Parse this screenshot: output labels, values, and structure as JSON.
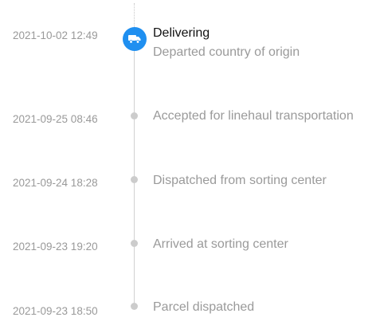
{
  "colors": {
    "accent": "#1f8ff0",
    "muted_text": "#999999",
    "primary_text": "#111111",
    "dot": "#cccccc",
    "line": "#d2d2d2"
  },
  "events": [
    {
      "time": "2021-10-02 12:49",
      "status": "Delivering",
      "description": "Departed country of origin",
      "icon": "delivery-truck-icon",
      "active": true
    },
    {
      "time": "2021-09-25 08:46",
      "description": "Accepted for linehaul transportation",
      "active": false
    },
    {
      "time": "2021-09-24 18:28",
      "description": "Dispatched from sorting center",
      "active": false
    },
    {
      "time": "2021-09-23 19:20",
      "description": "Arrived at sorting center",
      "active": false
    },
    {
      "time": "2021-09-23 18:50",
      "description": "Parcel dispatched",
      "active": false
    }
  ]
}
